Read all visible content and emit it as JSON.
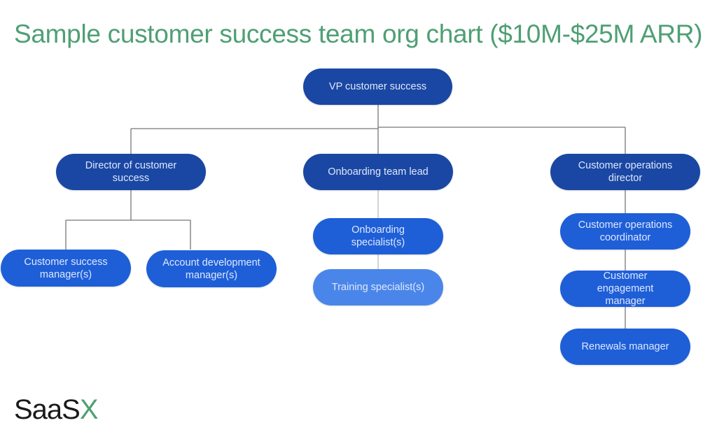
{
  "title": "Sample customer success team org chart ($10M-$25M ARR)",
  "colors": {
    "title": "#4f9f74",
    "node_dark": "#1a47a3",
    "node_mid": "#1e5fd8",
    "node_light": "#4a86ea",
    "connector": "#777777"
  },
  "org": {
    "vp": "VP customer success",
    "director_cs": "Director of customer success",
    "onboarding_lead": "Onboarding team lead",
    "cust_ops_director": "Customer operations director",
    "csm": "Customer success manager(s)",
    "adm": "Account development manager(s)",
    "onboarding_specialist": "Onboarding specialist(s)",
    "training_specialist": "Training specialist(s)",
    "cust_ops_coordinator": "Customer operations coordinator",
    "cust_engagement_manager": "Customer engagement manager",
    "renewals_manager": "Renewals manager"
  },
  "logo": {
    "main": "SaaS",
    "accent": "X"
  }
}
